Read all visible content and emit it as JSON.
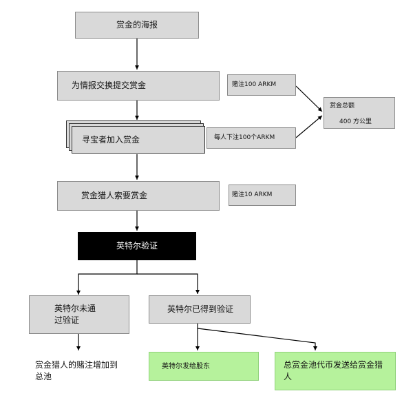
{
  "nodes": {
    "bounty_poster": "赏金的海报",
    "submit_bounty": "为情报交换提交赏金",
    "bet_100": "赌注100 ARKM",
    "pool_title": "赏金总额",
    "pool_value": "400 方公里",
    "hunters_join": "寻宝者加入赏金",
    "each_bet_100": "每人下注100个ARKM",
    "claim_bounty": "赏金猎人索要赏金",
    "bet_10": "赌注10 ARKM",
    "intel_verify": "英特尔验证",
    "not_verified_line1": "英特尔未通",
    "not_verified_line2": "过验证",
    "verified": "英特尔已得到验证",
    "stake_to_pool_line1": "赏金猎人的赌注增加到",
    "stake_to_pool_line2": "总池",
    "to_shareholders": "英特尔发给股东",
    "pool_to_hunter_line1": "总赏金池代币发送给赏金猎",
    "pool_to_hunter_line2": "人"
  },
  "colors": {
    "node_fill": "#d9d9d9",
    "verify_fill": "#000000",
    "outcome_fill": "#b6f29c"
  }
}
